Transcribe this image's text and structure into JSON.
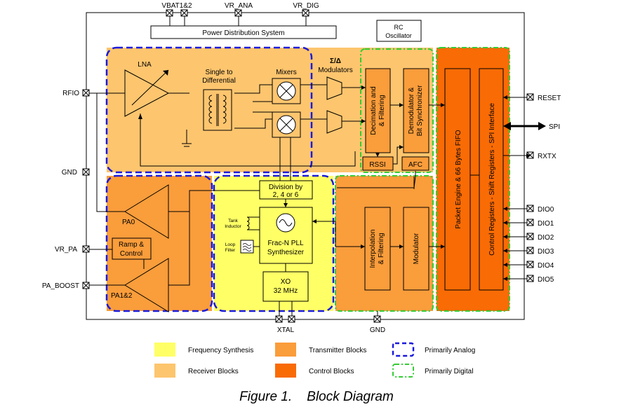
{
  "pins": {
    "vbat": "VBAT1&2",
    "vr_ana": "VR_ANA",
    "vr_dig": "VR_DIG",
    "rfio": "RFIO",
    "gnd_left": "GND",
    "vr_pa": "VR_PA",
    "pa_boost": "PA_BOOST",
    "xtal": "XTAL",
    "gnd_bottom": "GND",
    "reset": "RESET",
    "spi": "SPI",
    "rxtx": "RXTX",
    "dio": [
      "DIO0",
      "DIO1",
      "DIO2",
      "DIO3",
      "DIO4",
      "DIO5"
    ]
  },
  "blocks": {
    "power_distribution": "Power Distribution System",
    "rc_osc_1": "RC",
    "rc_osc_2": "Oscillator",
    "lna": "LNA",
    "single_diff_1": "Single to",
    "single_diff_2": "Differential",
    "mixers": "Mixers",
    "modulators_1": "Σ/Δ",
    "modulators_2": "Modulators",
    "decimation_1": "Decimation and",
    "decimation_2": "& Filtering",
    "demod_1": "Demodulator &",
    "demod_2": "Bit Synchronizer",
    "rssi": "RSSI",
    "afc": "AFC",
    "packet_engine": "Packet Engine & 66 Bytes FIFO",
    "control_registers": "Control Registers - Shift Registers - SPI Interface",
    "division_1": "Division by",
    "division_2": "2, 4 or 6",
    "tank_1": "Tank",
    "tank_2": "Inductor",
    "loop_1": "Loop",
    "loop_2": "Filter",
    "pll_1": "Frac-N PLL",
    "pll_2": "Synthesizer",
    "xo_1": "XO",
    "xo_2": "32 MHz",
    "pa0": "PA0",
    "ramp_1": "Ramp &",
    "ramp_2": "Control",
    "pa12": "PA1&2",
    "interp_1": "Interpolation",
    "interp_2": "& Filtering",
    "modulator": "Modulator"
  },
  "legend": {
    "freq_synth": "Frequency Synthesis",
    "receiver": "Receiver Blocks",
    "transmitter": "Transmitter Blocks",
    "control": "Control Blocks",
    "analog": "Primarily Analog",
    "digital": "Primarily Digital"
  },
  "colors": {
    "receiver": "#fdc56e",
    "transmitter": "#fa9d3b",
    "control": "#f96b05",
    "freq_synth": "#ffff66",
    "analog_outline": "#1a1adb",
    "digital_outline": "#33cc33"
  },
  "caption": {
    "number": "Figure 1.",
    "title": "Block Diagram"
  }
}
